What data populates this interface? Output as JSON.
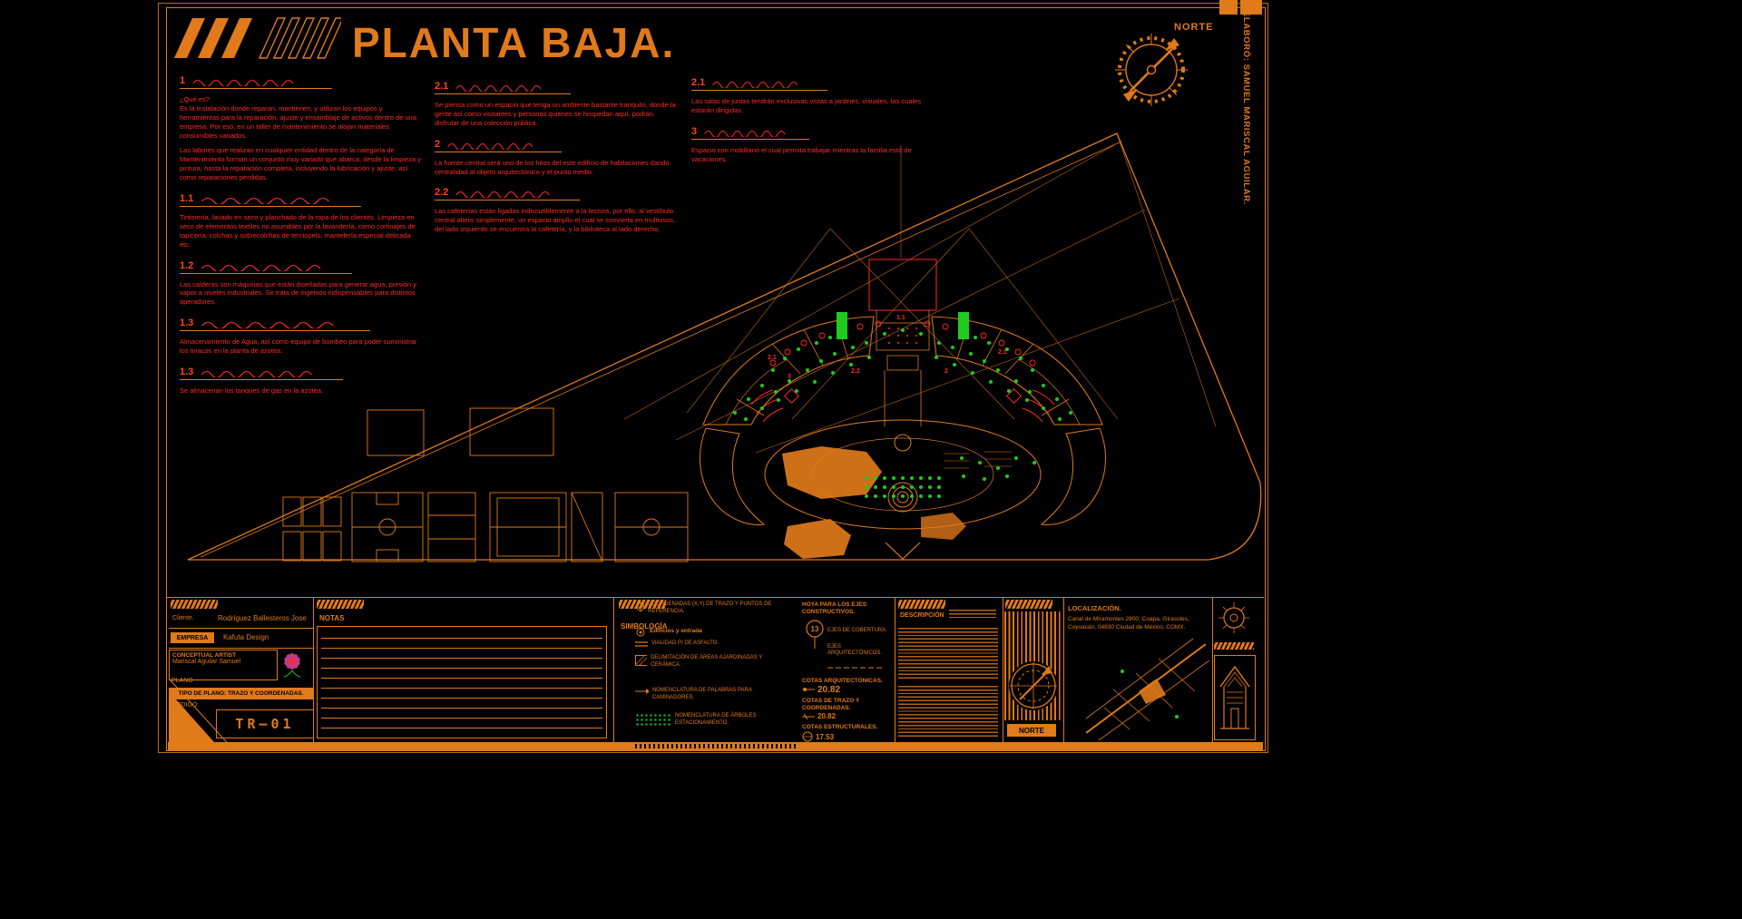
{
  "colors": {
    "accent": "#e07a1a",
    "red": "#ff2a26",
    "green": "#1ecb1e",
    "magenta": "#c03a8a",
    "background": "#000000"
  },
  "header": {
    "title": "PLANTA BAJA.",
    "norte_top": "NORTE",
    "elaboro": "ELABORÓ: SAMUEL MARISCAL AGUILAR."
  },
  "notes_left": {
    "s1": {
      "num": "1",
      "p1": "¿Qué es?\nEs la instalación donde reparan, mantienen, y utilizan los equipos y herramientas para la reparación, ajuste y ensamblaje de activos dentro de una empresa. Por eso, en un taller de mantenimiento se alojan materiales consumibles variados.",
      "p2": "Las labores que realizan en cualquier entidad dentro de la categoría de Mantenimiento forman un conjunto muy variado que abarca, desde la limpieza y pintura, hasta la reparación completa, incluyendo la lubricación y ajuste, así como reparaciones perdidas."
    },
    "s11": {
      "num": "1.1",
      "p": "Tintorería, lavado en seco y planchado de la ropa de los clientes. Limpieza en seco de elementos textiles no asumibles por la lavandería, como cortinajes de tapicería, colchas y sobrecolchas de terciopelo, mantelería especial delicada etc."
    },
    "s12": {
      "num": "1.2",
      "p": "Las calderas son máquinas que están diseñadas para generar agua, presión y vapor a niveles industriales. Se trata de ingenios indispensables para distintos operadores."
    },
    "s13a": {
      "num": "1.3",
      "p": "Almacenamiento de Agua, así como equipo de bombeo para poder suministrar los tinacos en la planta de azotea."
    },
    "s13b": {
      "num": "1.3",
      "p": "Se almacenan los tanques de gas en la azotea."
    }
  },
  "notes_mid": {
    "s21": {
      "num": "2.1",
      "p": "Se piensa como un espacio que tenga un ambiente bastante tranquilo, donde la gente así como visitantes y personas quienes se hospedan aquí, podrán disfrutar de una colección pública."
    },
    "s2": {
      "num": "2",
      "p": "La fuente central será uno de los hitos del este edificio de habitaciones dando centralidad al objeto arquitectónico y el punto medio."
    },
    "s22": {
      "num": "2.2",
      "p": "Las cafeterías están ligadas indiscutiblemente a la lectura, por ello, al vestíbulo central altero simplemente, un espacio amplio el cual se convierta en multiusos, del lado izquierdo se encuentra la cafetería, y la biblioteca al lado derecho."
    }
  },
  "notes_right": {
    "s21": {
      "num": "2.1",
      "p": "Las salas de juntas tendrán exclusivas vistas a jardines, visuales, las cuales estarán dirigidas."
    },
    "s3": {
      "num": "3",
      "p": "Espacio con mobiliario el cual permita trabajar mientras la familia está de vacaciones."
    }
  },
  "plan": {
    "labels": [
      {
        "t": "2.1"
      },
      {
        "t": "3"
      },
      {
        "t": "2.2"
      },
      {
        "t": "2"
      },
      {
        "t": "2.1"
      },
      {
        "t": "1.1"
      }
    ]
  },
  "titleblock": {
    "cliente_label": "Cliente.",
    "cliente_value": "Rodríguez Ballesteros Jose",
    "empresa_label": "EMPRESA",
    "empresa_value": "Kafuta Design",
    "artist_label": "CONCEPTUAL ARTIST",
    "artist_value": "Mariscal Aguilar Samuel",
    "plano_label": "PLANO",
    "tipo_label": "TIPO DE PLANO: TRAZO Y COORDENADAS.",
    "codigo_label": "CÓDIGO:",
    "codigo_value": "TR–01",
    "notas_label": "NOTAS",
    "simbologia_label": "SIMBOLOGÍA",
    "descripcion_label": "DESCRIPCIÓN",
    "norte_label": "NORTE",
    "localizacion_label": "LOCALIZACIÓN.",
    "localizacion_value": "Canal de Miramontes 2800, Coapa, Girasoles, Coyoacán, 04830 Ciudad de México, CDMX."
  },
  "symbology": {
    "left": [
      {
        "label": "COORDENADAS (X,Y) DE TRAZO Y PUNTOS DE REFERENCIA."
      },
      {
        "label": "Edificios y entrada"
      },
      {
        "label": "VIALIDAD P/ DE ASFALTO."
      },
      {
        "label": "DELIMITACIÓN DE ÁREAS AJARDINADAS Y CERÁMICA."
      },
      {
        "label": "NOMENCLATURA DE PALABRAS PARA CAMINADORES."
      },
      {
        "label": "NOMENCLATURA DE ÁRBOLES ESTACIONAMIENTO."
      }
    ],
    "right": [
      {
        "label": "HOYA PARA LOS EJES CONSTRUCTIVOS.",
        "value": "13"
      },
      {
        "label": "EJES DE COBERTURA.",
        "value": ""
      },
      {
        "label": "EJES ARQUITECTÓNICOS.",
        "value": ""
      },
      {
        "label": "COTAS ARQUITECTÓNICAS.",
        "value": "20.82"
      },
      {
        "label": "COTAS DE TRAZO Y COORDENADAS.",
        "value": "20.82"
      },
      {
        "label": "COTAS ESTRUCTURALES.",
        "value": "17.53"
      }
    ]
  }
}
